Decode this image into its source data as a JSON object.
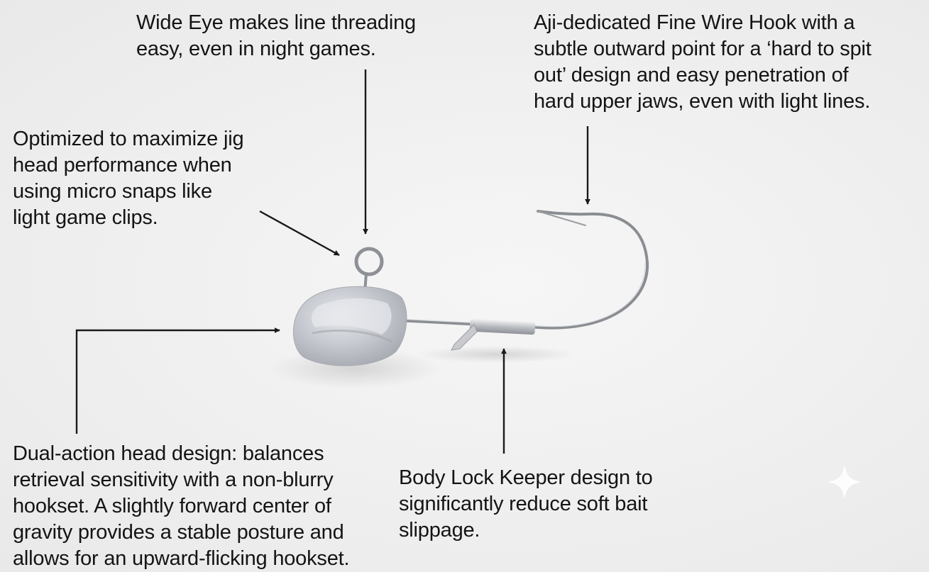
{
  "callouts": {
    "eye": "Wide Eye makes line threading\neasy, even in night games.",
    "hook": "Aji-dedicated Fine Wire Hook with a\nsubtle outward point for a ‘hard to spit\nout’ design and easy penetration of\nhard upper jaws, even with light lines.",
    "snap": "Optimized to maximize jig\nhead performance when\nusing micro snaps like\nlight game clips.",
    "head": "Dual-action head design: balances\nretrieval sensitivity with a non-blurry\nhookset. A slightly forward center of\ngravity provides a stable posture and\nallows for an upward-flicking hookset.",
    "keeper": "Body Lock Keeper design to\nsignificantly reduce soft bait\nslippage."
  },
  "colors": {
    "background": "#efefef",
    "text": "#141414",
    "arrow": "#1a1a1a",
    "lead_head": "#c9ccd2",
    "wire": "#8a8d92"
  },
  "icons": [
    "sparkle-icon"
  ]
}
